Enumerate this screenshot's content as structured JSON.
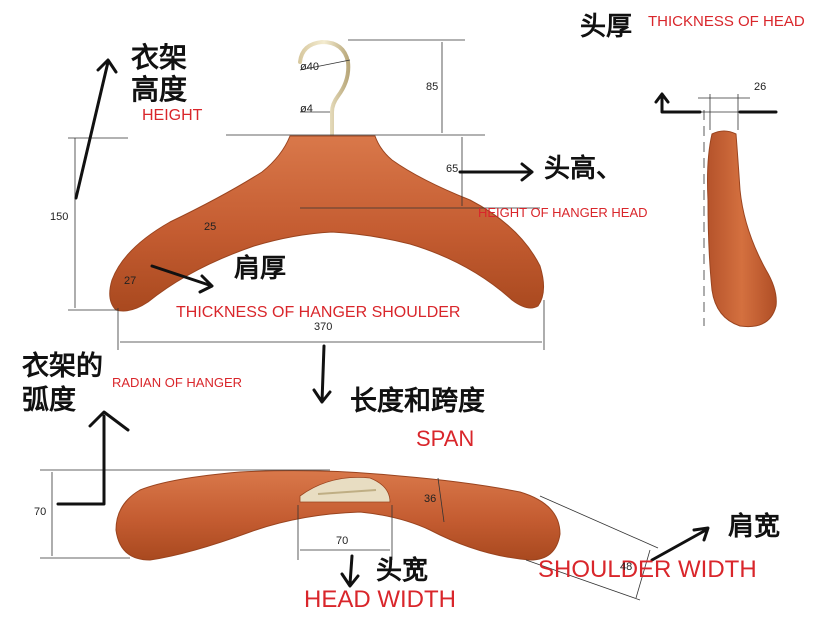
{
  "labels": {
    "hanger_height_cn": "衣架高度",
    "hanger_height_en": "HEIGHT",
    "head_thickness_cn": "头厚",
    "head_thickness_en": "THICKNESS OF HEAD",
    "head_height_cn": "头高、",
    "head_height_en": "HEIGHT OF HANGER HEAD",
    "shoulder_thickness_cn": "肩厚",
    "shoulder_thickness_en": "THICKNESS OF HANGER SHOULDER",
    "radian_cn": "衣架的弧度",
    "radian_en": "RADIAN OF HANGER",
    "span_cn": "长度和跨度",
    "span_en": "SPAN",
    "head_width_cn": "头宽",
    "head_width_en": "HEAD WIDTH",
    "shoulder_width_cn": "肩宽",
    "shoulder_width_en": "SHOULDER WIDTH"
  },
  "dimensions": {
    "hook_diameter": "ø40",
    "wire_diameter": "ø4",
    "hook_height": "85",
    "head_height": "65",
    "total_height": "150",
    "neck_thickness": "25",
    "shoulder_thickness": "27",
    "span": "370",
    "head_thickness": "26",
    "radian_height": "70",
    "head_width": "70",
    "top_shoulder_thickness": "36",
    "shoulder_width": "48"
  },
  "colors": {
    "wood": "#c8643a",
    "wood_dark": "#a54a26",
    "label_red": "#d9262b",
    "label_black": "#111111"
  }
}
